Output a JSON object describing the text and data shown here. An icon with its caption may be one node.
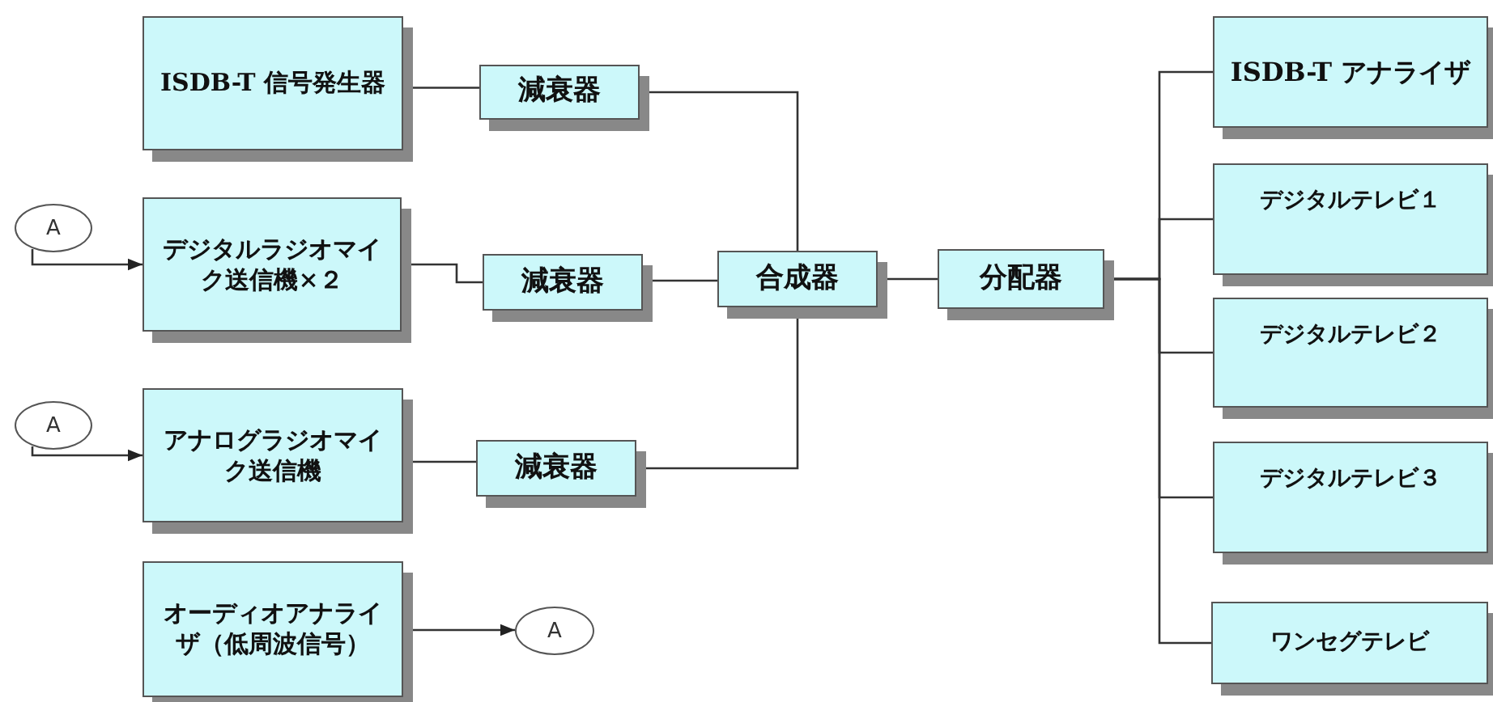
{
  "diagram": {
    "nodes": [
      {
        "text": [
          "ISDB-T 信号発生器"
        ]
      },
      {
        "text": [
          "減衰器"
        ]
      },
      {
        "text": [
          "A"
        ]
      },
      {
        "text": [
          "デジタルラジオマイク送信機×２"
        ]
      },
      {
        "text": [
          "減衰器"
        ]
      },
      {
        "text": [
          "合成器"
        ]
      },
      {
        "text": [
          "分配器"
        ]
      },
      {
        "text": [
          "A"
        ]
      },
      {
        "text": [
          "アナログラジオマイク送信機"
        ]
      },
      {
        "text": [
          "減衰器"
        ]
      },
      {
        "text": [
          "オーディオアナライザ（低周波信号）"
        ]
      },
      {
        "text": [
          "A"
        ]
      },
      {
        "text": [
          "ISDB-T アナライザ"
        ]
      },
      {
        "text": [
          "デジタルテレビ１"
        ]
      },
      {
        "text": [
          "デジタルテレビ２"
        ]
      },
      {
        "text": [
          "デジタルテレビ３"
        ]
      },
      {
        "text": [
          "ワンセグテレビ"
        ]
      }
    ],
    "edges": [
      {
        "from": 0,
        "to": 1,
        "arrow": "none"
      },
      {
        "from": 1,
        "to": 5,
        "arrow": "none"
      },
      {
        "from": 2,
        "to": 3,
        "arrow": "to"
      },
      {
        "from": 3,
        "to": 4,
        "arrow": "none"
      },
      {
        "from": 4,
        "to": 5,
        "arrow": "none"
      },
      {
        "from": 5,
        "to": 6,
        "arrow": "none"
      },
      {
        "from": 7,
        "to": 8,
        "arrow": "to"
      },
      {
        "from": 8,
        "to": 9,
        "arrow": "none"
      },
      {
        "from": 9,
        "to": 5,
        "arrow": "none"
      },
      {
        "from": 10,
        "to": 11,
        "arrow": "to"
      },
      {
        "from": 6,
        "to": 12,
        "arrow": "none"
      },
      {
        "from": 6,
        "to": 13,
        "arrow": "none"
      },
      {
        "from": 6,
        "to": 14,
        "arrow": "none"
      },
      {
        "from": 6,
        "to": 15,
        "arrow": "none"
      },
      {
        "from": 6,
        "to": 16,
        "arrow": "none"
      }
    ]
  }
}
